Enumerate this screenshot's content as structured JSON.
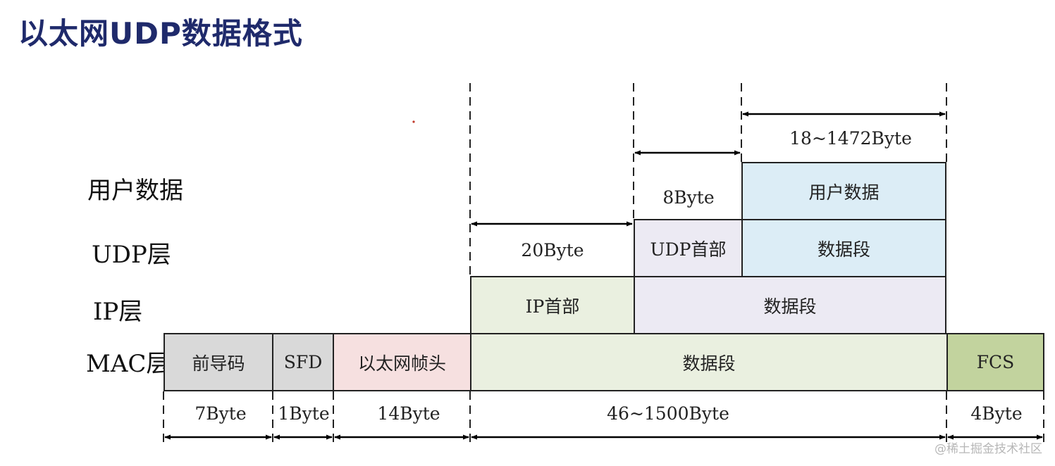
{
  "title": "以太网UDP数据格式",
  "row_labels": {
    "user_data": "用户数据",
    "udp": "UDP层",
    "ip": "IP层",
    "mac": "MAC层"
  },
  "user_row": {
    "data": "用户数据"
  },
  "udp_row": {
    "header": "UDP首部",
    "data": "数据段"
  },
  "ip_row": {
    "header": "IP首部",
    "data": "数据段"
  },
  "mac_row": {
    "preamble": "前导码",
    "sfd": "SFD",
    "eth_header": "以太网帧头",
    "data": "数据段",
    "fcs": "FCS"
  },
  "dimensions": {
    "user_data": "18~1472Byte",
    "udp_header": "8Byte",
    "ip_header": "20Byte",
    "preamble": "7Byte",
    "sfd": "1Byte",
    "eth_header": "14Byte",
    "mac_data": "46~1500Byte",
    "fcs": "4Byte"
  },
  "colors": {
    "title": "#1f2a6b",
    "user_data_fill": "#dcedf6",
    "udp_header_fill": "#eceaf3",
    "ip_header_fill": "#eaf0e0",
    "ip_data_fill": "#eceaf3",
    "preamble_fill": "#d9d9d9",
    "sfd_fill": "#d9d9d9",
    "eth_header_fill": "#f6e0e0",
    "mac_data_fill": "#eaf0e0",
    "fcs_fill": "#c2d39e"
  },
  "watermark": "@稀土掘金技术社区"
}
